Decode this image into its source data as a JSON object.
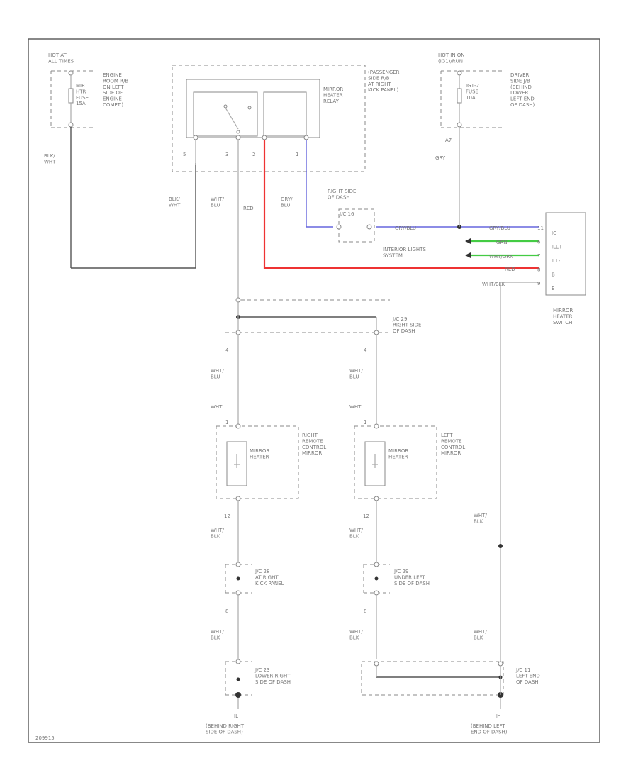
{
  "colors": {
    "red": "#ee3333",
    "blue": "#6666dd",
    "green": "#44cc44",
    "wire": "#aaaaaa"
  },
  "labels": {
    "hot_left": "HOT AT\nALL TIMES",
    "fuse_left": "MIR\nHTR\nFUSE\n15A",
    "engine_loc": "ENGINE\nROOM R/B\nON LEFT\nSIDE OF\nENGINE\nCOMPT.)",
    "relay_name": "MIRROR\nHEATER\nRELAY",
    "passenger_loc": "(PASSENGER\nSIDE R/B\nAT RIGHT\nKICK PANEL)",
    "hot_right": "HOT IN ON\n(IG1)/RUN",
    "fuse_right": "IG1-2\nFUSE\n10A",
    "driver_loc": "DRIVER\nSIDE J/B\n(BEHIND\nLOWER\nLEFT END\nOF DASH)",
    "wire_blk_wht_top": "BLK/\nWHT",
    "pin_5": "5",
    "pin_3": "3",
    "pin_2": "2",
    "pin_1": "1",
    "wire_blk_wht_mid": "BLK/\nWHT",
    "wire_wht_blu": "WHT/\nBLU",
    "wire_red": "RED",
    "wire_gry_blu": "GRY/\nBLU",
    "pin_a7": "A7",
    "wire_gry": "GRY",
    "right_side_dash": "RIGHT SIDE\nOF DASH",
    "jc_16": "J/C 16",
    "wire_gry_blu_h": "GRY/BLU",
    "wire_gry_blu_h2": "GRY/BLU",
    "wire_grn": "GRN",
    "wire_wht_grn": "WHT/GRN",
    "interior_lights": "INTERIOR LIGHTS\nSYSTEM",
    "wire_red_h": "RED",
    "wire_wht_blk": "WHT/BLK",
    "sw_pins": "IG\nILL+\nILL-\nB\nE",
    "switch_pin_nums": "11\n6\n7\n8\n9",
    "mirror_switch": "MIRROR\nHEATER\nSWITCH",
    "jc_upper": "J/C 29\nRIGHT SIDE\nOF DASH",
    "pin_4a": "4",
    "pin_4b": "4",
    "wire_wht_blu_l": "WHT/\nBLU",
    "wire_wht_blu_r": "WHT/\nBLU",
    "wire_wht_l": "WHT",
    "wire_wht_r": "WHT",
    "pin_1a": "1",
    "pin_1b": "1",
    "heater_l": "MIRROR\nHEATER",
    "heater_r": "MIRROR\nHEATER",
    "right_mirror": "RIGHT\nREMOTE\nCONTROL\nMIRROR",
    "left_mirror": "LEFT\nREMOTE\nCONTROL\nMIRROR",
    "pin_12a": "12",
    "pin_12b": "12",
    "wire_wht_blk_l": "WHT/\nBLK",
    "wire_wht_blk_m": "WHT/\nBLK",
    "wire_wht_blk_r": "WHT/\nBLK",
    "jc_kick": "J/C 28\nAT RIGHT\nKICK PANEL",
    "jc_under_left": "J/C 29\nUNDER LEFT\nSIDE OF DASH",
    "pin_8a": "8",
    "pin_8b": "8",
    "wire_wht_blk_l2": "WHT/\nBLK",
    "wire_wht_blk_m2": "WHT/\nBLK",
    "wire_wht_blk_r2": "WHT/\nBLK",
    "jc_lower_right": "J/C 23\nLOWER RIGHT\nSIDE OF DASH",
    "jc_left_end": "J/C 11\nLEFT END\nOF DASH",
    "ground_l_id": "IL",
    "ground_r_id": "IH",
    "ground_l": "(BEHIND RIGHT\nSIDE OF DASH)",
    "ground_r": "(BEHIND LEFT\nEND OF DASH)",
    "footer_code": "209915"
  }
}
